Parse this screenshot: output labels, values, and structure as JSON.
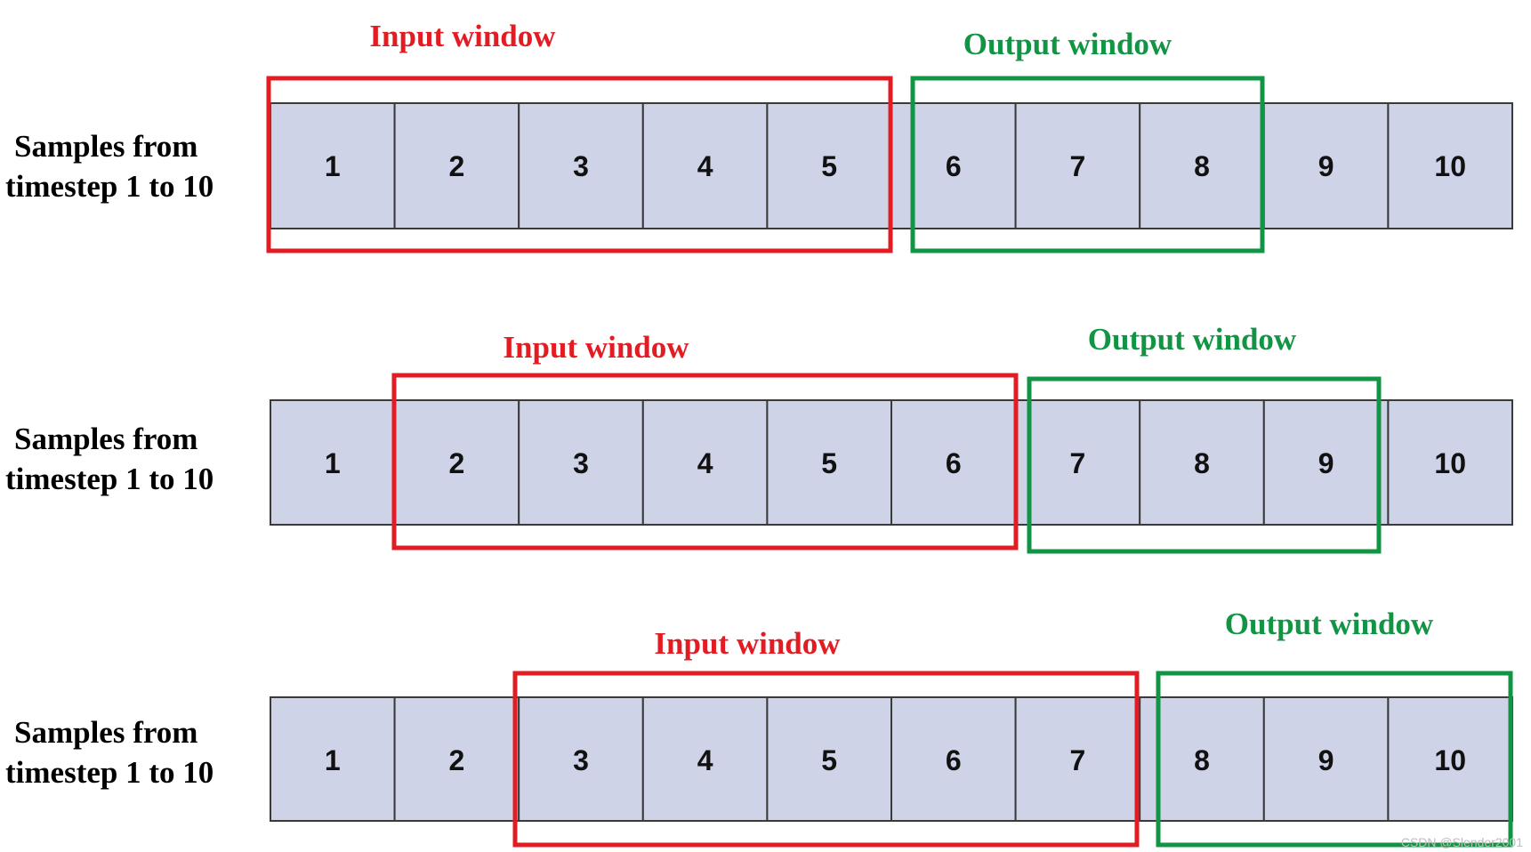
{
  "colors": {
    "cell_fill": "#cfd3e8",
    "cell_border": "#3a3a3a",
    "input_window": "#e31c24",
    "output_window": "#119545",
    "text": "#000000"
  },
  "rows": [
    {
      "label_line1": "Samples from",
      "label_line2": "timestep 1 to 10",
      "cells": [
        "1",
        "2",
        "3",
        "4",
        "5",
        "6",
        "7",
        "8",
        "9",
        "10"
      ],
      "input_window": {
        "label": "Input window",
        "from": 1,
        "to": 5
      },
      "output_window": {
        "label": "Output window",
        "from": 6,
        "to": 8
      }
    },
    {
      "label_line1": "Samples from",
      "label_line2": "timestep 1 to 10",
      "cells": [
        "1",
        "2",
        "3",
        "4",
        "5",
        "6",
        "7",
        "8",
        "9",
        "10"
      ],
      "input_window": {
        "label": "Input window",
        "from": 2,
        "to": 6
      },
      "output_window": {
        "label": "Output window",
        "from": 7,
        "to": 9
      }
    },
    {
      "label_line1": "Samples from",
      "label_line2": "timestep 1 to 10",
      "cells": [
        "1",
        "2",
        "3",
        "4",
        "5",
        "6",
        "7",
        "8",
        "9",
        "10"
      ],
      "input_window": {
        "label": "Input window",
        "from": 3,
        "to": 7
      },
      "output_window": {
        "label": "Output window",
        "from": 8,
        "to": 10
      }
    }
  ],
  "watermark": "CSDN @Slender2001"
}
